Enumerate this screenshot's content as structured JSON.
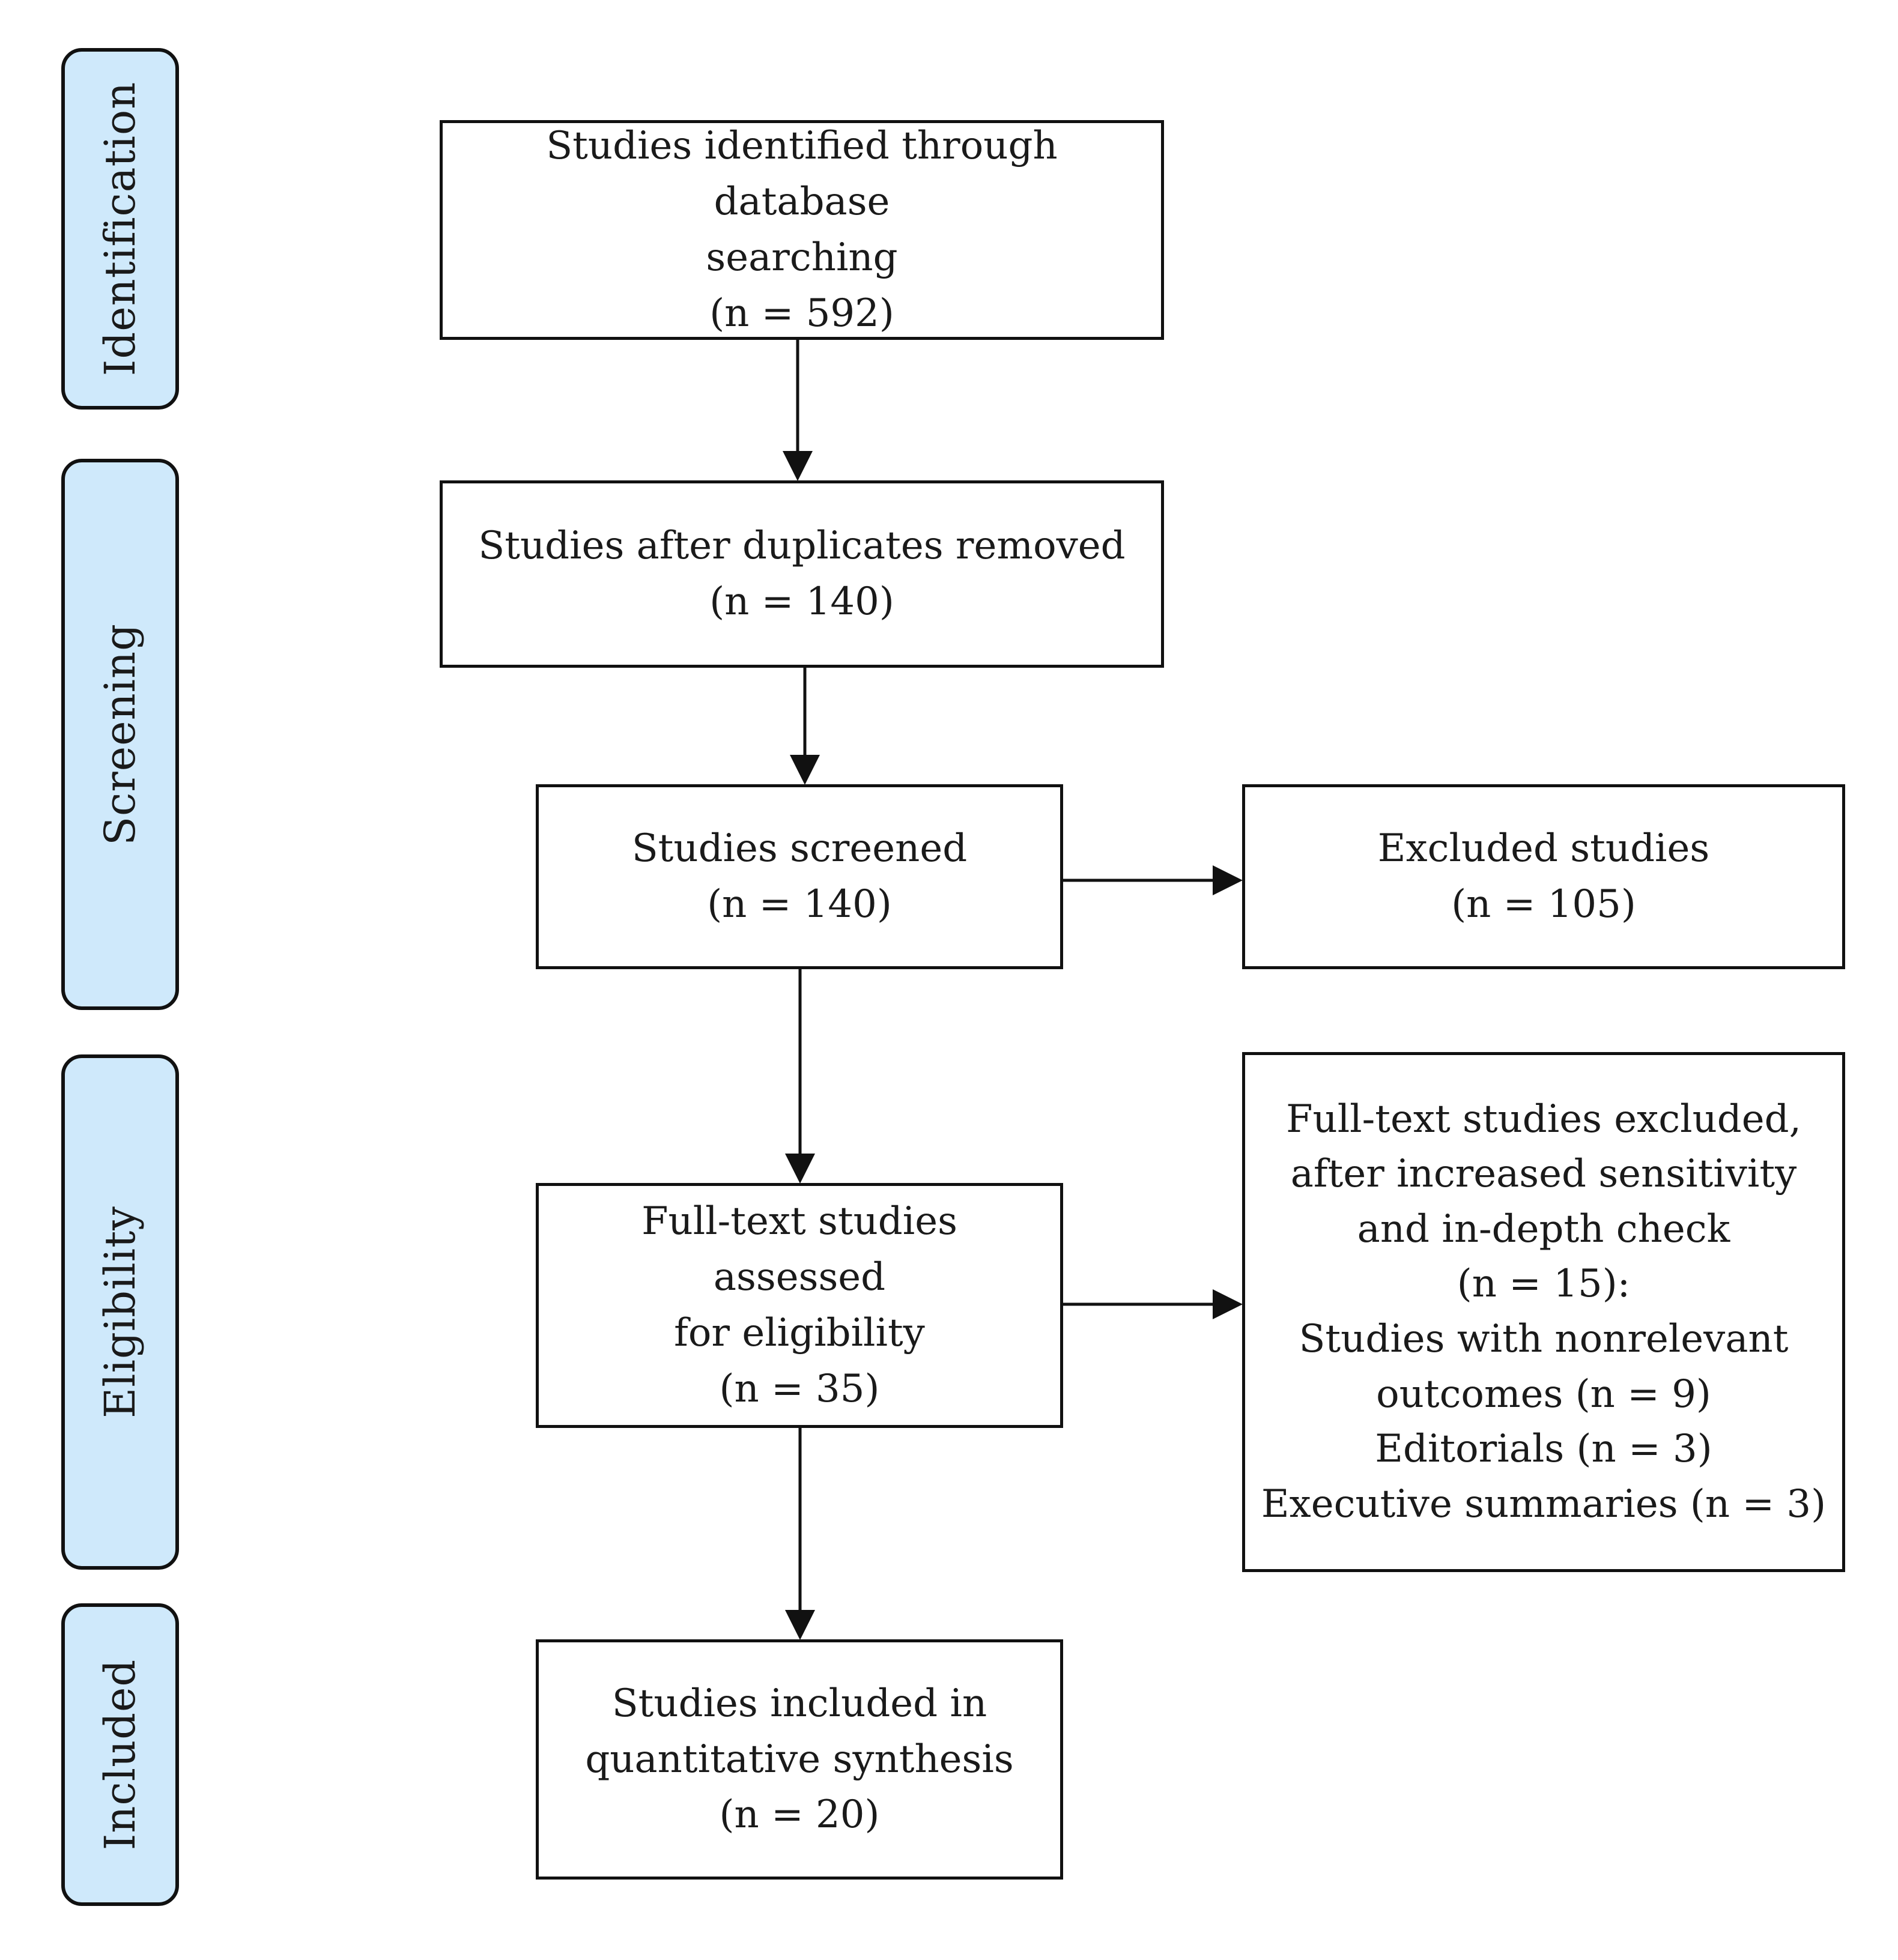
{
  "stages": {
    "identification": "Identification",
    "screening": "Screening",
    "eligibility": "Eligibility",
    "included": "Included"
  },
  "boxes": {
    "identified": {
      "line1": "Studies identified through database",
      "line2": "searching",
      "count": "(n = 592)"
    },
    "deduplicated": {
      "line1": "Studies after duplicates removed",
      "count": "(n = 140)"
    },
    "screened": {
      "line1": "Studies screened",
      "count": "(n = 140)"
    },
    "excluded": {
      "line1": "Excluded studies",
      "count": "(n = 105)"
    },
    "assessed": {
      "line1": "Full-text studies assessed",
      "line2": "for eligibility",
      "count": "(n = 35)"
    },
    "fulltext_excluded": {
      "line1": "Full-text studies excluded,",
      "line2": "after increased sensitivity",
      "line3": "and in-depth check",
      "count": "(n = 15):",
      "reason1": "Studies with nonrelevant",
      "reason1b": "outcomes (n = 9)",
      "reason2": "Editorials (n = 3)",
      "reason3": "Executive summaries (n = 3)"
    },
    "included": {
      "line1": "Studies included in",
      "line2": "quantitative synthesis",
      "count": "(n = 20)"
    }
  }
}
